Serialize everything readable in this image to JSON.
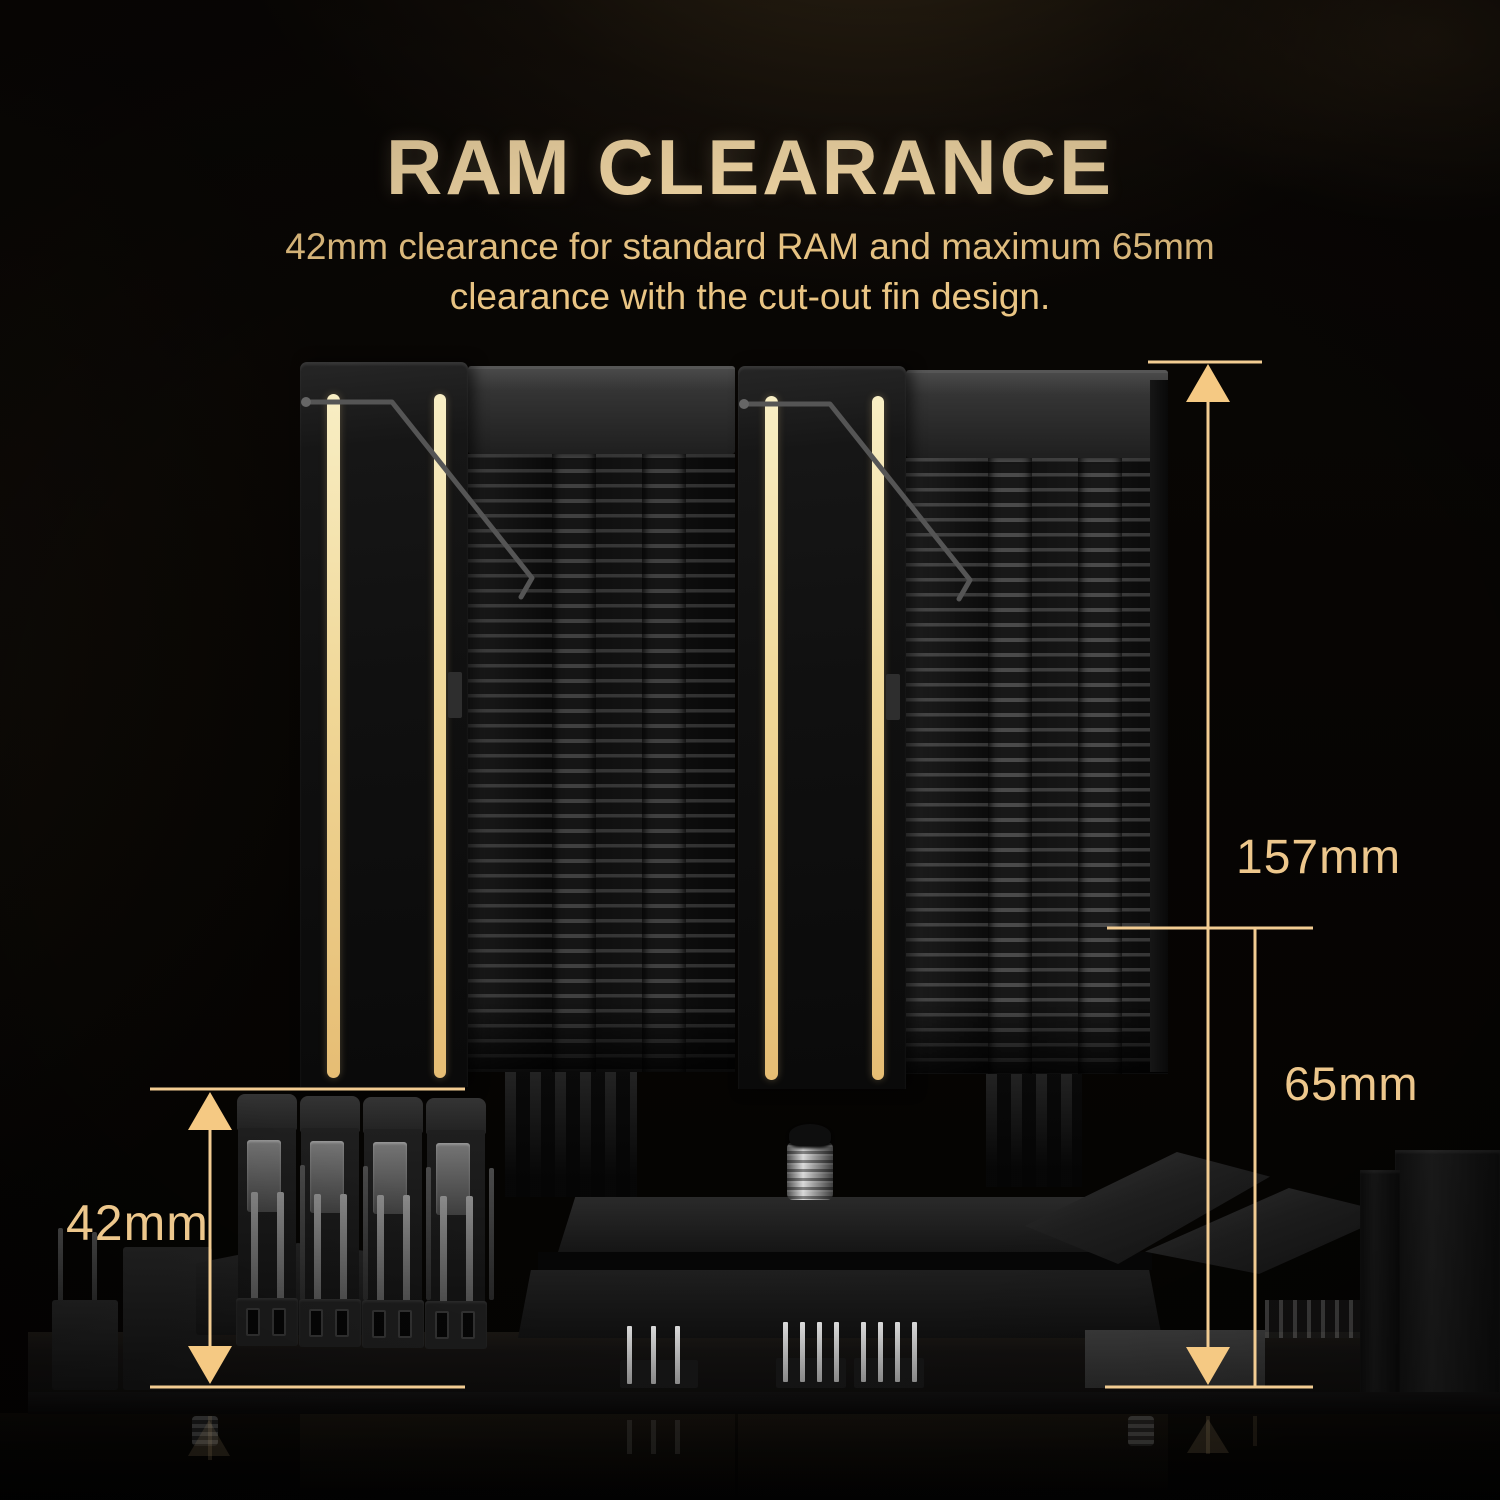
{
  "header": {
    "title": "RAM CLEARANCE",
    "subtitle_line1": "42mm clearance for standard RAM and maximum 65mm",
    "subtitle_line2": "clearance with the cut-out fin design."
  },
  "measurements": {
    "total_height": "157mm",
    "max_cutout_clearance": "65mm",
    "standard_ram_clearance": "42mm"
  },
  "colors": {
    "dimension_gold": "#f2cc92",
    "arrow_gold": "#f5c983",
    "title_cream": "#f5daa7",
    "subtitle_gold": "#eac584",
    "fan_stripe_gold": "#eecd8a",
    "background": "#060402"
  }
}
